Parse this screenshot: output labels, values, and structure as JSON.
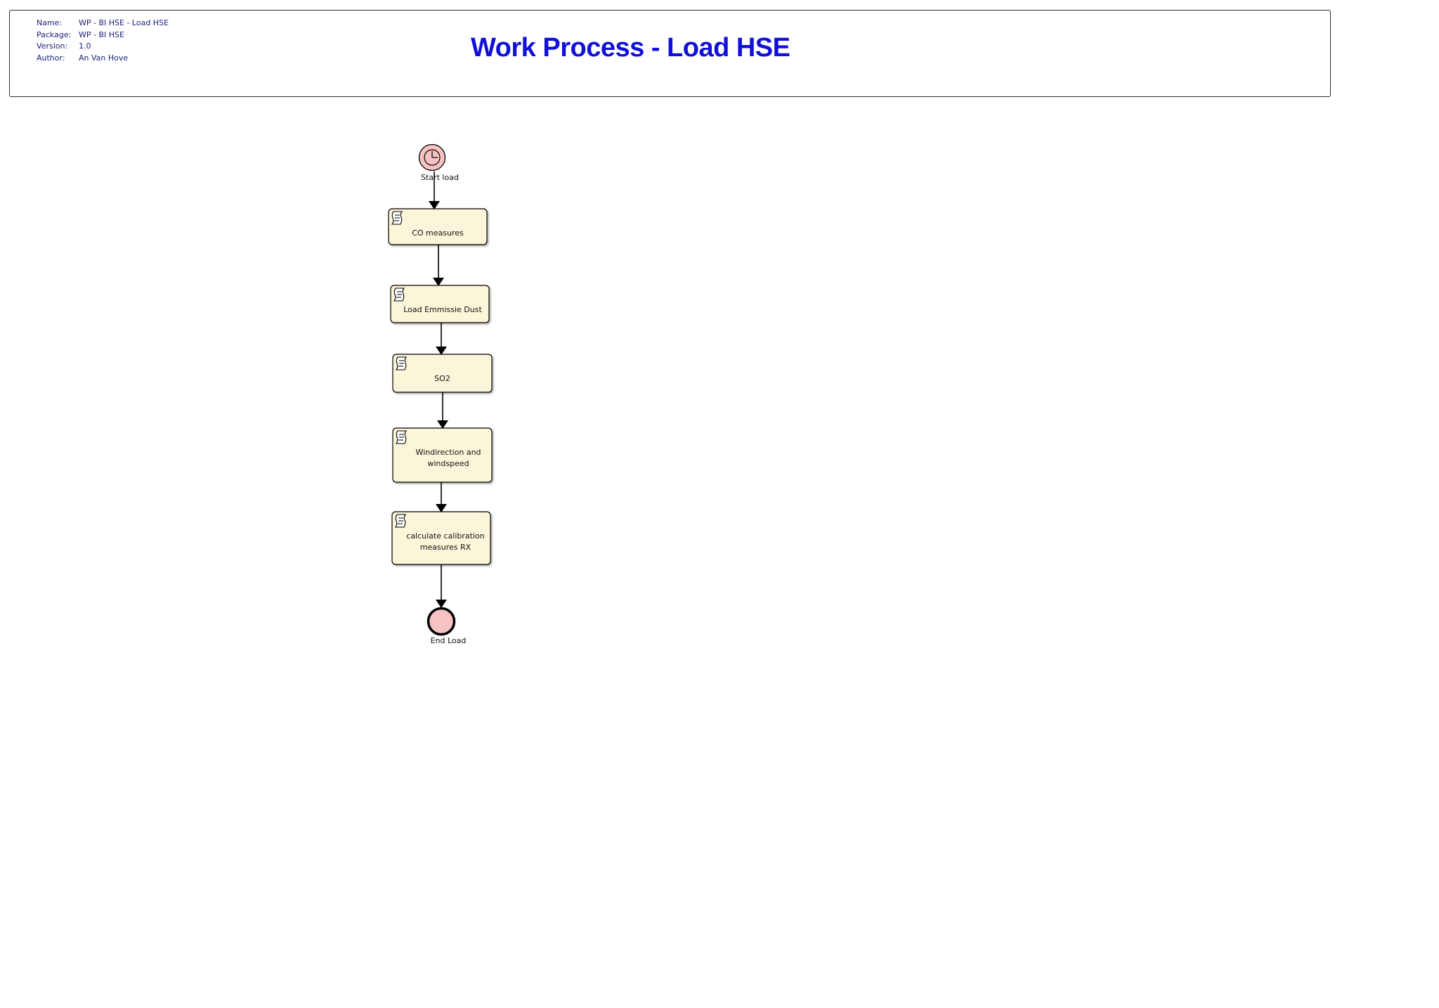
{
  "header": {
    "name_key": "Name:",
    "name_value": "WP - BI HSE - Load HSE",
    "package_key": "Package:",
    "package_value": "WP - BI HSE",
    "version_key": "Version:",
    "version_value": "1.0",
    "author_key": "Author:",
    "author_value": "An Van Hove",
    "title": "Work Process - Load HSE"
  },
  "diagram": {
    "start_event": {
      "label": "Start load",
      "icon": "timer-icon",
      "fill": "#f6c2c2"
    },
    "tasks": [
      {
        "label": "CO measures",
        "icon": "script-icon"
      },
      {
        "label": "Load Emmissie Dust",
        "icon": "script-icon"
      },
      {
        "label": "SO2",
        "icon": "script-icon"
      },
      {
        "label": "Windirection and windspeed",
        "icon": "script-icon"
      },
      {
        "label": "calculate calibration measures RX",
        "icon": "script-icon"
      }
    ],
    "end_event": {
      "label": "End Load",
      "fill": "#f6c2c2"
    },
    "task_fill": "#fbf6d9",
    "title_color": "#1010d8",
    "meta_color": "#1a1f7a"
  }
}
